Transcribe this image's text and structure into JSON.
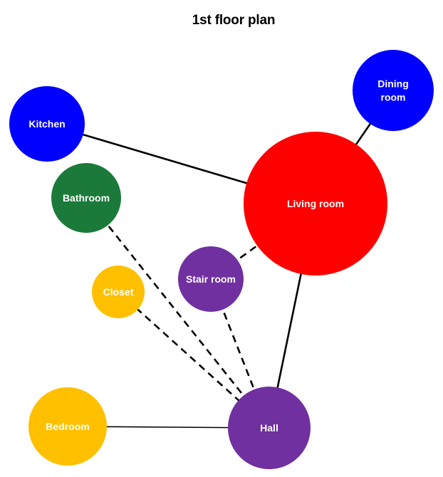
{
  "title": "1st floor plan",
  "colors": {
    "blue": "#0000ff",
    "red": "#ff0000",
    "green": "#1b7a3a",
    "purple": "#7030a0",
    "yellow": "#ffc000",
    "edge": "#000000",
    "label": "#ffffff"
  },
  "nodes": [
    {
      "id": "kitchen",
      "lines": [
        "Kitchen"
      ],
      "color": "blue"
    },
    {
      "id": "dining-room",
      "lines": [
        "Dining",
        "room"
      ],
      "color": "blue"
    },
    {
      "id": "bathroom",
      "lines": [
        "Bathroom"
      ],
      "color": "green"
    },
    {
      "id": "living-room",
      "lines": [
        "Living room"
      ],
      "color": "red"
    },
    {
      "id": "stair-room",
      "lines": [
        "Stair room"
      ],
      "color": "purple"
    },
    {
      "id": "closet",
      "lines": [
        "Closet"
      ],
      "color": "yellow"
    },
    {
      "id": "bedroom",
      "lines": [
        "Bedroom"
      ],
      "color": "yellow"
    },
    {
      "id": "hall",
      "lines": [
        "Hall"
      ],
      "color": "purple"
    }
  ],
  "edges": [
    {
      "from": "kitchen",
      "to": "living-room",
      "style": "solid"
    },
    {
      "from": "dining-room",
      "to": "living-room",
      "style": "solid"
    },
    {
      "from": "living-room",
      "to": "hall",
      "style": "solid"
    },
    {
      "from": "bedroom",
      "to": "hall",
      "style": "solid"
    },
    {
      "from": "stair-room",
      "to": "living-room",
      "style": "dashed"
    },
    {
      "from": "bathroom",
      "to": "hall",
      "style": "dashed"
    },
    {
      "from": "closet",
      "to": "hall",
      "style": "dashed"
    },
    {
      "from": "stair-room",
      "to": "hall",
      "style": "dashed"
    }
  ]
}
